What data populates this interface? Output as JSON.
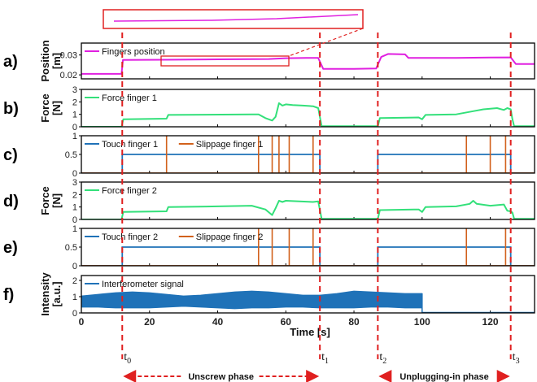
{
  "colors": {
    "position": "#e020e0",
    "force": "#33e07a",
    "touch": "#1f72b8",
    "slip": "#d2611c",
    "marker": "#e02020",
    "axis": "#000000"
  },
  "time_marks": {
    "t0": {
      "base": "t",
      "sub": "0",
      "time": 12
    },
    "t1": {
      "base": "t",
      "sub": "1",
      "time": 70
    },
    "t2": {
      "base": "t",
      "sub": "2",
      "time": 87
    },
    "t3": {
      "base": "t",
      "sub": "3",
      "time": 126
    }
  },
  "phases": [
    {
      "label": "Unscrew phase",
      "from": 12,
      "to": 70
    },
    {
      "label": "Unplugging-in phase",
      "from": 87,
      "to": 126
    }
  ],
  "xaxis": {
    "label": "Time [s]",
    "ticks": [
      "0",
      "20",
      "40",
      "60",
      "80",
      "100",
      "120"
    ]
  },
  "chart_data": [
    {
      "id": "a",
      "letter": "a)",
      "type": "line",
      "ylabel_lines": [
        "Position",
        "[m]"
      ],
      "ylim": [
        0.018,
        0.036
      ],
      "yticks": [
        "0.02",
        "0.03"
      ],
      "legend": [
        "Fingers position"
      ],
      "series": [
        {
          "name": "Fingers position",
          "color_key": "position",
          "x": [
            0,
            11.8,
            12.2,
            25,
            40,
            50,
            55,
            60,
            66,
            69.5,
            71,
            80,
            86.5,
            88,
            90,
            95,
            96,
            110,
            120,
            126,
            127.5,
            133
          ],
          "y": [
            0.0205,
            0.0205,
            0.0275,
            0.0276,
            0.0278,
            0.0279,
            0.028,
            0.0284,
            0.0285,
            0.0285,
            0.023,
            0.023,
            0.0232,
            0.029,
            0.0305,
            0.0303,
            0.0285,
            0.0285,
            0.0287,
            0.0288,
            0.0255,
            0.0255
          ]
        }
      ]
    },
    {
      "id": "b",
      "letter": "b)",
      "type": "line",
      "ylabel_lines": [
        "Force",
        "[N]"
      ],
      "ylim": [
        0,
        3
      ],
      "yticks": [
        "0",
        "1",
        "2",
        "3"
      ],
      "legend": [
        "Force finger 1"
      ],
      "series": [
        {
          "name": "Force finger 1",
          "color_key": "force",
          "x": [
            0,
            11.8,
            12.3,
            25,
            25.5,
            50,
            52,
            54,
            56,
            57,
            58,
            59,
            60,
            62,
            65,
            68,
            69.5,
            70.5,
            87,
            87.6,
            99,
            100,
            101,
            110,
            115,
            118,
            120,
            122,
            124,
            125,
            126,
            126.5,
            127,
            133
          ],
          "y": [
            0,
            0,
            0.6,
            0.65,
            0.95,
            1.0,
            1.0,
            0.7,
            0.5,
            0.8,
            1.9,
            1.7,
            1.8,
            1.75,
            1.7,
            1.65,
            1.5,
            0.05,
            0.05,
            0.7,
            0.75,
            0.6,
            0.95,
            1.0,
            1.25,
            1.4,
            1.45,
            1.5,
            1.35,
            1.5,
            1.4,
            0.6,
            0.05,
            0.05
          ]
        }
      ]
    },
    {
      "id": "c",
      "letter": "c)",
      "type": "step",
      "ylabel_lines": [],
      "ylim": [
        0,
        1
      ],
      "yticks": [
        "0",
        "0.5",
        "1"
      ],
      "legend": [
        "Touch finger 1",
        "Slippage finger 1"
      ],
      "touch": {
        "name": "Touch finger 1",
        "level": 0.5,
        "intervals": [
          [
            12,
            70
          ],
          [
            87,
            126
          ]
        ]
      },
      "slip": {
        "name": "Slippage finger 1",
        "spikes": [
          25,
          52,
          56,
          58,
          61,
          68,
          113,
          120,
          124.5
        ]
      }
    },
    {
      "id": "d",
      "letter": "d)",
      "type": "line",
      "ylabel_lines": [
        "Force",
        "[N]"
      ],
      "ylim": [
        0,
        3
      ],
      "yticks": [
        "0",
        "1",
        "2",
        "3"
      ],
      "legend": [
        "Force finger 2"
      ],
      "series": [
        {
          "name": "Force finger 2",
          "color_key": "force",
          "x": [
            0,
            11.8,
            12.3,
            25,
            25.5,
            40,
            50,
            54,
            56,
            57,
            58,
            59,
            60,
            64,
            68,
            69.5,
            70.5,
            87,
            87.6,
            99,
            100,
            101,
            110,
            114,
            115,
            116,
            120,
            124,
            125,
            126,
            126.5,
            127,
            133
          ],
          "y": [
            0,
            0,
            0.6,
            0.65,
            1.0,
            1.05,
            1.1,
            0.8,
            0.35,
            0.9,
            1.5,
            1.4,
            1.5,
            1.45,
            1.4,
            1.45,
            0.05,
            0.05,
            0.75,
            0.8,
            0.6,
            1.0,
            1.05,
            1.25,
            1.5,
            1.25,
            1.1,
            1.2,
            0.7,
            0.65,
            0.55,
            0.05,
            0.05
          ]
        }
      ]
    },
    {
      "id": "e",
      "letter": "e)",
      "type": "step",
      "ylabel_lines": [],
      "ylim": [
        0,
        1
      ],
      "yticks": [
        "0",
        "0.5",
        "1"
      ],
      "legend": [
        "Touch finger 2",
        "Slippage finger 2"
      ],
      "touch": {
        "name": "Touch finger 2",
        "level": 0.5,
        "intervals": [
          [
            12,
            70
          ],
          [
            87,
            126
          ]
        ]
      },
      "slip": {
        "name": "Slippage finger 2",
        "spikes": [
          52,
          56,
          61,
          68,
          113,
          124.5
        ]
      }
    },
    {
      "id": "f",
      "letter": "f)",
      "type": "band",
      "ylabel_lines": [
        "Intensity",
        "[a.u.]"
      ],
      "ylim": [
        0,
        2.3
      ],
      "yticks": [
        "0",
        "1",
        "2"
      ],
      "legend": [
        "Interferometer signal"
      ],
      "series": [
        {
          "name": "Interferometer signal",
          "color_key": "touch",
          "x": [
            0,
            5,
            10,
            15,
            20,
            25,
            30,
            35,
            40,
            45,
            50,
            55,
            60,
            65,
            70,
            75,
            80,
            85,
            90,
            95,
            100
          ],
          "upper": [
            1.05,
            1.15,
            1.25,
            1.3,
            1.25,
            1.15,
            1.05,
            1.1,
            1.2,
            1.3,
            1.35,
            1.3,
            1.2,
            1.1,
            1.1,
            1.2,
            1.35,
            1.3,
            1.25,
            1.2,
            1.2
          ],
          "lower": [
            0.35,
            0.35,
            0.3,
            0.3,
            0.3,
            0.35,
            0.4,
            0.35,
            0.3,
            0.25,
            0.3,
            0.3,
            0.35,
            0.35,
            0.3,
            0.3,
            0.3,
            0.35,
            0.35,
            0.3,
            0.3
          ],
          "after": 0.02
        }
      ]
    }
  ]
}
